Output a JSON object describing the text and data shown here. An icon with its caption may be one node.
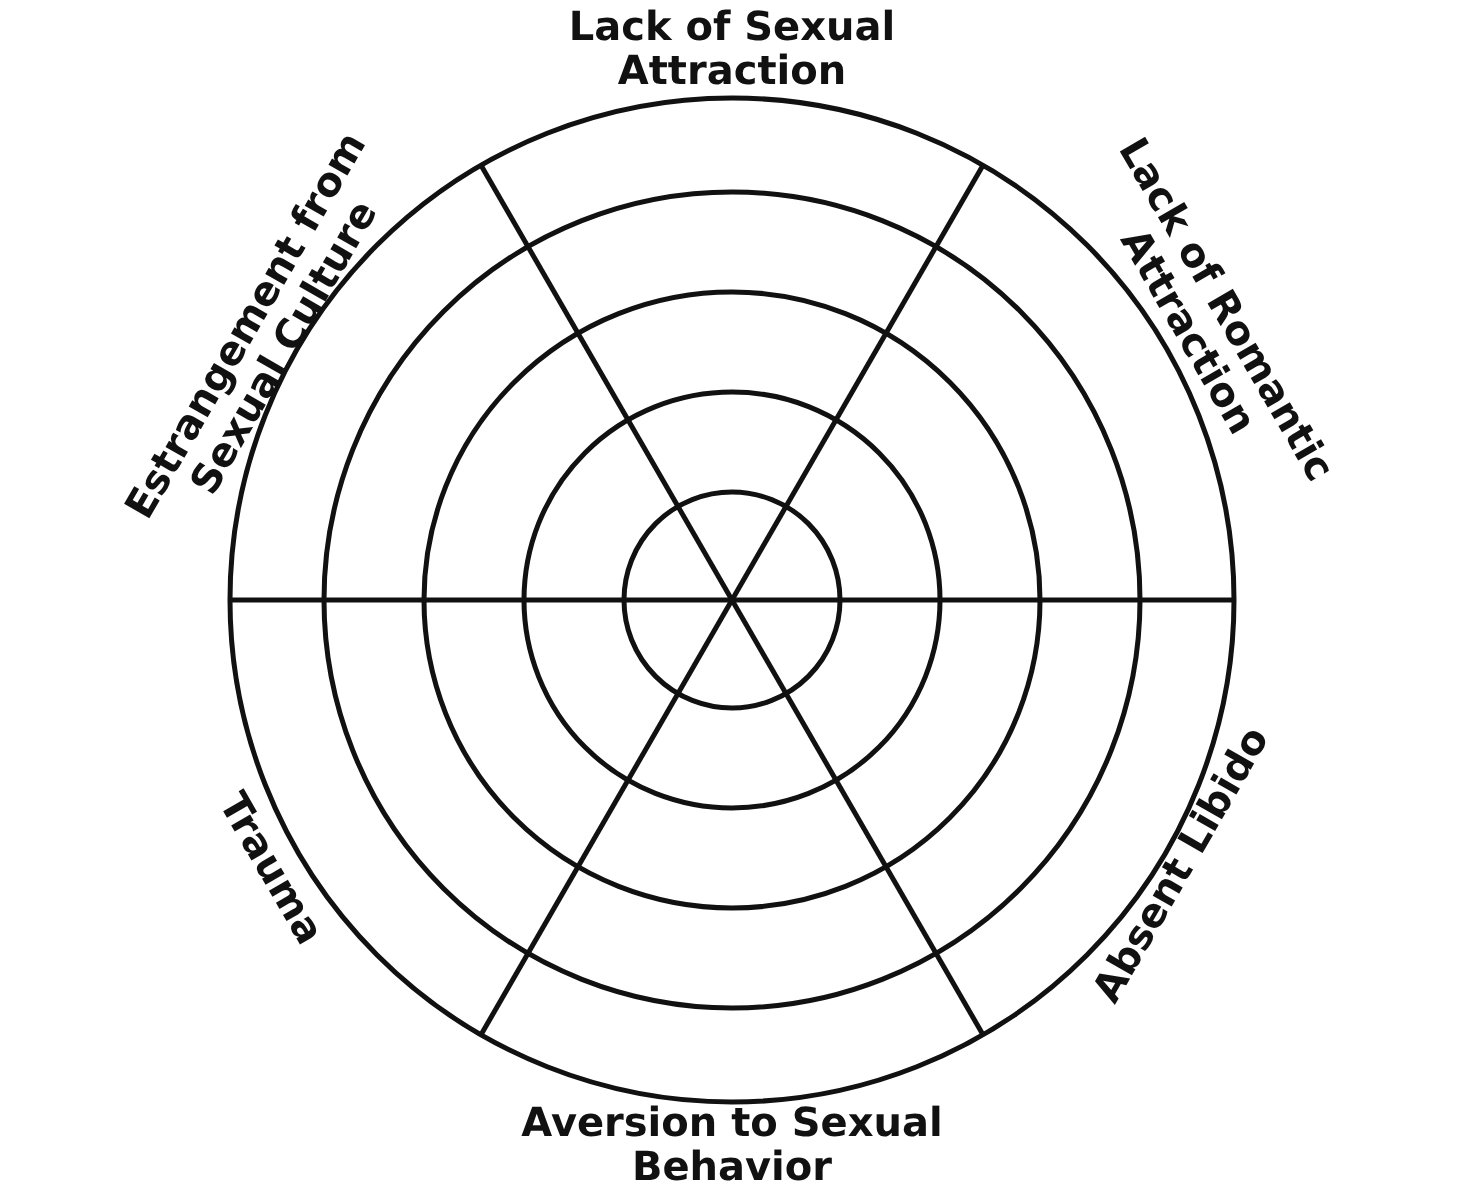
{
  "diagram": {
    "labels": [
      "Lack of Sexual Attraction",
      "Lack of Romantic Attraction",
      "Estrangement from Sexual Culture",
      "Absent Libido",
      "Trauma",
      "Aversion to Sexual Behavior"
    ]
  }
}
